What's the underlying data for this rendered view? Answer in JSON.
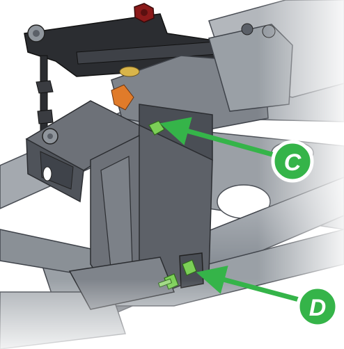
{
  "callouts": [
    {
      "label": "C"
    },
    {
      "label": "D"
    }
  ],
  "colors": {
    "background": "#ffffff",
    "frame_fill": "#8f959c",
    "frame_dark": "#5b6068",
    "bracket_fill": "#6d7178",
    "bracket_dark": "#3f434a",
    "lever_fill": "#2b2d31",
    "callout_green": "#35b449",
    "callout_border": "#ffffff",
    "bolt_green": "#7ccf57",
    "nut_red": "#8b1a1a",
    "nut_gold": "#d9b54a",
    "fitting_orange": "#e07b2a"
  },
  "icons": {
    "callout_shape": "circle-badge",
    "pointer": "arrow"
  }
}
